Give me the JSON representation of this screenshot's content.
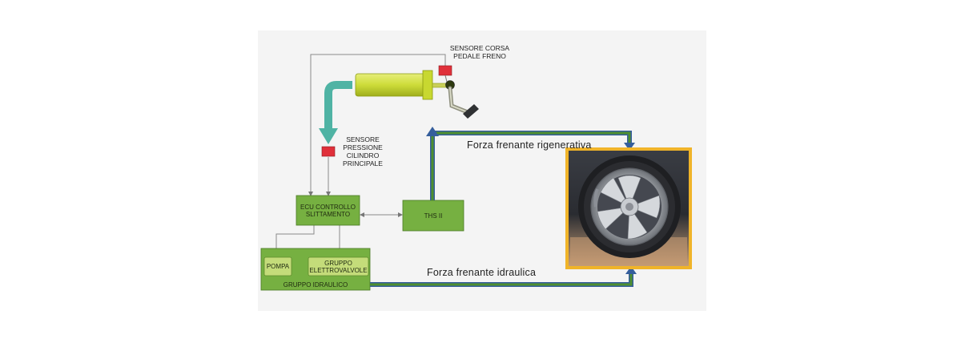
{
  "labels": {
    "brake_pedal_sensor": "SENSORE CORSA\nPEDALE FRENO",
    "master_cylinder_sensor": "SENSORE\nPRESSIONE\nCILINDRO\nPRINCIPALE",
    "ecu": "ECU CONTROLLO\nSLITTAMENTO",
    "ths": "THS II",
    "pump": "POMPA",
    "valves": "GRUPPO\nELETTROVALVOLE",
    "hydraulic_group": "GRUPPO IDRAULICO",
    "regen_force": "Forza frenante rigenerativa",
    "hydraulic_force": "Forza frenante idraulica"
  },
  "colors": {
    "panel_bg": "#f4f4f4",
    "box_green": "#76b041",
    "box_light": "#c4dc7a",
    "cylinder": "#cddc39",
    "sensor_red": "#e0303a",
    "teal_arrow": "#4fb3a4",
    "force_line_outer": "#355e9c",
    "force_line_inner": "#4e8f2e",
    "wheel_frame": "#f0b429"
  }
}
